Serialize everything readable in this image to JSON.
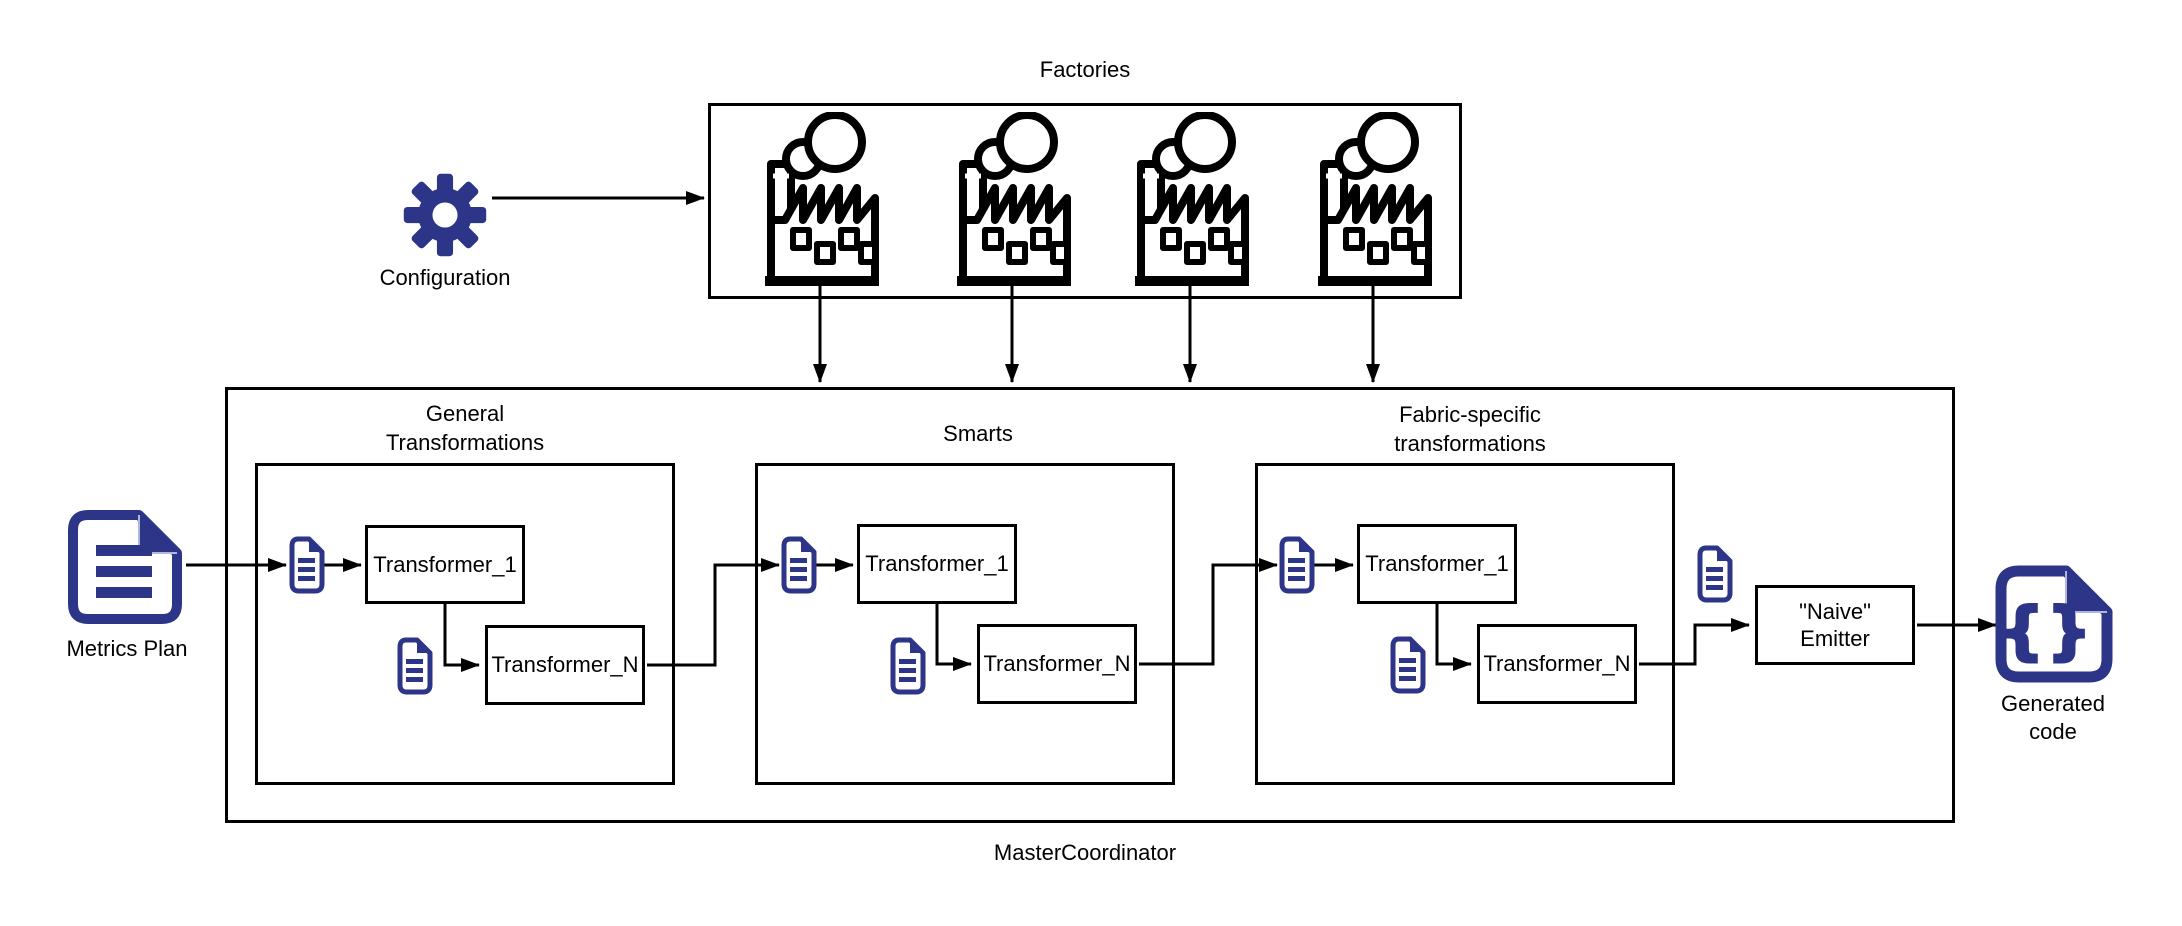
{
  "colors": {
    "accent_indigo": "#2c3587",
    "fold_highlight": "#b0b6dd",
    "line_black": "#000000",
    "background": "#ffffff"
  },
  "labels": {
    "factories": "Factories",
    "configuration": "Configuration",
    "metrics_plan": "Metrics Plan",
    "master_coordinator": "MasterCoordinator",
    "generated_line1": "Generated",
    "generated_line2": "code"
  },
  "stages": [
    {
      "title_line1": "General",
      "title_line2": "Transformations",
      "first_transformer": "Transformer_1",
      "last_transformer": "Transformer_N"
    },
    {
      "title_line1": "Smarts",
      "title_line2": "",
      "first_transformer": "Transformer_1",
      "last_transformer": "Transformer_N"
    },
    {
      "title_line1": "Fabric-specific",
      "title_line2": "transformations",
      "first_transformer": "Transformer_1",
      "last_transformer": "Transformer_N"
    }
  ],
  "emitter": {
    "line1": "\"Naive\"",
    "line2": "Emitter"
  },
  "icons": {
    "configuration": "gear-icon",
    "factories": "factory-icon",
    "factory_count": 4,
    "documents": "document-icon",
    "generated_code": "code-file-icon"
  }
}
